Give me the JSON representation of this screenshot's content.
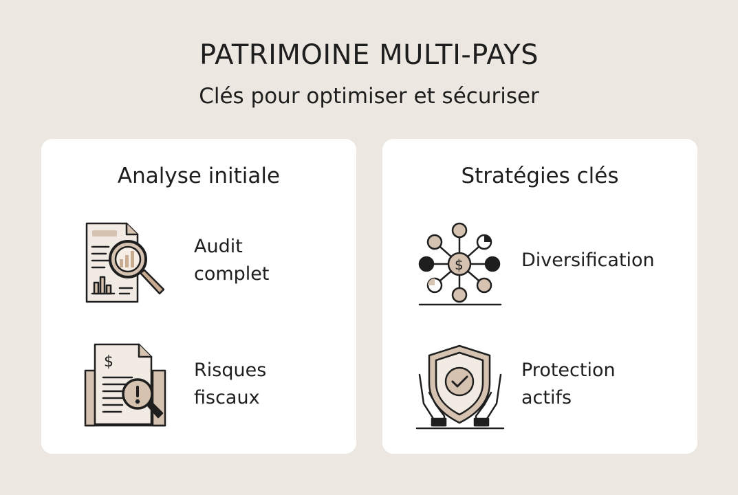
{
  "title": "PATRIMOINE MULTI-PAYS",
  "subtitle": "Clés pour optimiser et sécuriser",
  "cards": [
    {
      "title": "Analyse initiale",
      "items": [
        {
          "icon": "document-magnifier-chart-icon",
          "line1": "Audit",
          "line2": "complet"
        },
        {
          "icon": "tax-document-warning-icon",
          "line1": "Risques",
          "line2": "fiscaux"
        }
      ]
    },
    {
      "title": "Stratégies clés",
      "items": [
        {
          "icon": "diversification-network-icon",
          "line1": "Diversification",
          "line2": ""
        },
        {
          "icon": "shield-hands-check-icon",
          "line1": "Protection",
          "line2": "actifs"
        }
      ]
    }
  ],
  "colors": {
    "background": "#ece8e1",
    "card": "#ffffff",
    "accent_beige": "#d6c2b0",
    "paper": "#f1ebe4",
    "ink": "#1e1e1e"
  }
}
